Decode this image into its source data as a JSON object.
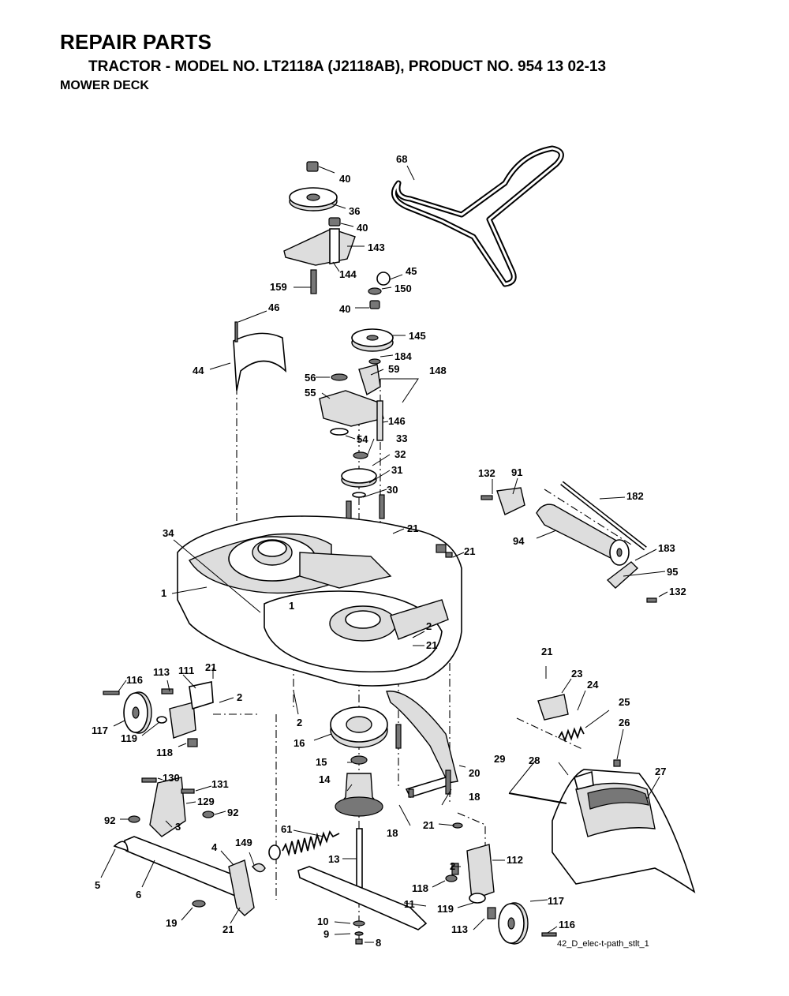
{
  "header": {
    "title": "REPAIR PARTS",
    "subtitle": "TRACTOR - MODEL NO. LT2118A (J2118AB),  PRODUCT NO. 954 13 02-13",
    "section": "MOWER DECK"
  },
  "diagram": {
    "reference_code": "42_D_elec-t-path_stlt_1",
    "callouts": [
      {
        "id": "40a",
        "text": "40"
      },
      {
        "id": "36",
        "text": "36"
      },
      {
        "id": "40b",
        "text": "40"
      },
      {
        "id": "143",
        "text": "143"
      },
      {
        "id": "144",
        "text": "144"
      },
      {
        "id": "159",
        "text": "159"
      },
      {
        "id": "68",
        "text": "68"
      },
      {
        "id": "45",
        "text": "45"
      },
      {
        "id": "150",
        "text": "150"
      },
      {
        "id": "40c",
        "text": "40"
      },
      {
        "id": "145",
        "text": "145"
      },
      {
        "id": "184",
        "text": "184"
      },
      {
        "id": "46",
        "text": "46"
      },
      {
        "id": "44",
        "text": "44"
      },
      {
        "id": "56",
        "text": "56"
      },
      {
        "id": "59",
        "text": "59"
      },
      {
        "id": "148",
        "text": "148"
      },
      {
        "id": "55",
        "text": "55"
      },
      {
        "id": "146",
        "text": "146"
      },
      {
        "id": "54",
        "text": "54"
      },
      {
        "id": "33",
        "text": "33"
      },
      {
        "id": "32",
        "text": "32"
      },
      {
        "id": "31",
        "text": "31"
      },
      {
        "id": "30",
        "text": "30"
      },
      {
        "id": "132a",
        "text": "132"
      },
      {
        "id": "91",
        "text": "91"
      },
      {
        "id": "182",
        "text": "182"
      },
      {
        "id": "94",
        "text": "94"
      },
      {
        "id": "183",
        "text": "183"
      },
      {
        "id": "95",
        "text": "95"
      },
      {
        "id": "132b",
        "text": "132"
      },
      {
        "id": "34",
        "text": "34"
      },
      {
        "id": "21a",
        "text": "21"
      },
      {
        "id": "21b",
        "text": "21"
      },
      {
        "id": "1a",
        "text": "1"
      },
      {
        "id": "1b",
        "text": "1"
      },
      {
        "id": "2a",
        "text": "2"
      },
      {
        "id": "21c",
        "text": "21"
      },
      {
        "id": "21d",
        "text": "21"
      },
      {
        "id": "116a",
        "text": "116"
      },
      {
        "id": "113a",
        "text": "113"
      },
      {
        "id": "111",
        "text": "111"
      },
      {
        "id": "2b",
        "text": "2"
      },
      {
        "id": "117a",
        "text": "117"
      },
      {
        "id": "119a",
        "text": "119"
      },
      {
        "id": "118a",
        "text": "118"
      },
      {
        "id": "2c",
        "text": "2"
      },
      {
        "id": "16",
        "text": "16"
      },
      {
        "id": "21e",
        "text": "21"
      },
      {
        "id": "23",
        "text": "23"
      },
      {
        "id": "24",
        "text": "24"
      },
      {
        "id": "25",
        "text": "25"
      },
      {
        "id": "26",
        "text": "26"
      },
      {
        "id": "20",
        "text": "20"
      },
      {
        "id": "28",
        "text": "28"
      },
      {
        "id": "29",
        "text": "29"
      },
      {
        "id": "27",
        "text": "27"
      },
      {
        "id": "15",
        "text": "15"
      },
      {
        "id": "14",
        "text": "14"
      },
      {
        "id": "130",
        "text": "130"
      },
      {
        "id": "131",
        "text": "131"
      },
      {
        "id": "129",
        "text": "129"
      },
      {
        "id": "92a",
        "text": "92"
      },
      {
        "id": "92b",
        "text": "92"
      },
      {
        "id": "3",
        "text": "3"
      },
      {
        "id": "18a",
        "text": "18"
      },
      {
        "id": "18b",
        "text": "18"
      },
      {
        "id": "21f",
        "text": "21"
      },
      {
        "id": "61",
        "text": "61"
      },
      {
        "id": "4",
        "text": "4"
      },
      {
        "id": "149",
        "text": "149"
      },
      {
        "id": "5",
        "text": "5"
      },
      {
        "id": "6",
        "text": "6"
      },
      {
        "id": "13",
        "text": "13"
      },
      {
        "id": "2d",
        "text": "2"
      },
      {
        "id": "112",
        "text": "112"
      },
      {
        "id": "118b",
        "text": "118"
      },
      {
        "id": "117b",
        "text": "117"
      },
      {
        "id": "119b",
        "text": "119"
      },
      {
        "id": "11",
        "text": "11"
      },
      {
        "id": "19",
        "text": "19"
      },
      {
        "id": "21g",
        "text": "21"
      },
      {
        "id": "10",
        "text": "10"
      },
      {
        "id": "9",
        "text": "9"
      },
      {
        "id": "8",
        "text": "8"
      },
      {
        "id": "113b",
        "text": "113"
      },
      {
        "id": "116b",
        "text": "116"
      }
    ]
  }
}
